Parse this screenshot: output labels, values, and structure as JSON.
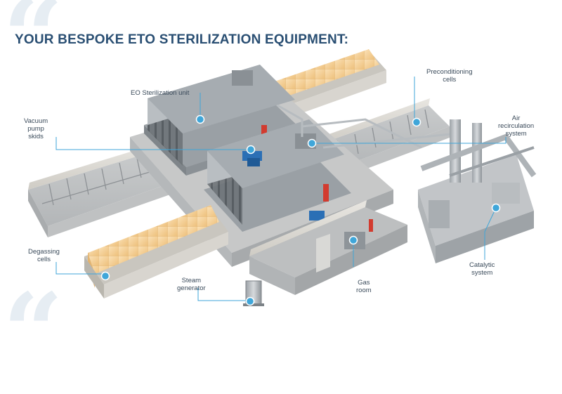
{
  "title": "YOUR BESPOKE ETO STERILIZATION EQUIPMENT:",
  "labels": {
    "eo_unit": "EO Sterilization unit",
    "vacuum": [
      "Vacuum",
      "pump",
      "skids"
    ],
    "precond": [
      "Preconditioning",
      "cells"
    ],
    "air": [
      "Air",
      "recirculation",
      "system"
    ],
    "degassing": [
      "Degassing",
      "cells"
    ],
    "steam": [
      "Steam",
      "generator"
    ],
    "gas": [
      "Gas",
      "room"
    ],
    "catalytic": [
      "Catalytic",
      "system"
    ]
  },
  "colors": {
    "title": "#2a4f73",
    "marker": "#3fa6d9",
    "leader": "#3fa6d9",
    "quote": "#e6edf3"
  }
}
